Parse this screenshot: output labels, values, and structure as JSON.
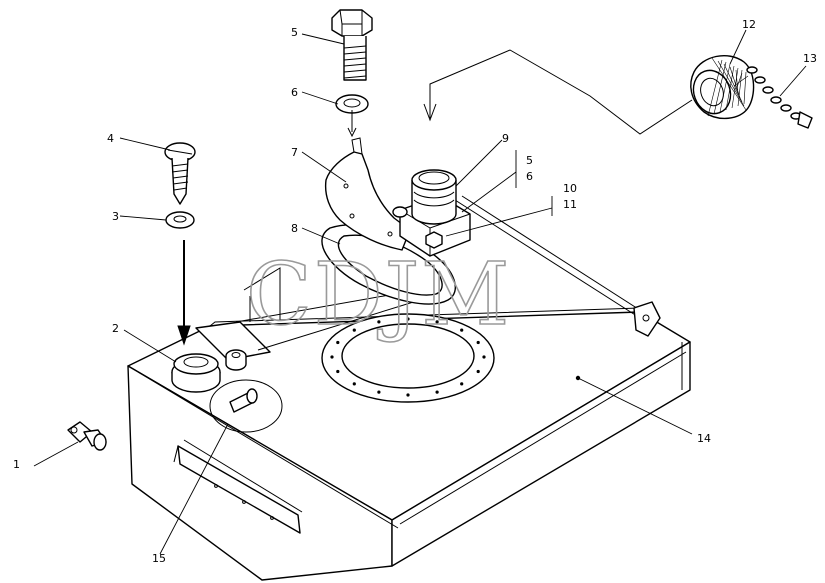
{
  "watermark": "CDJM",
  "callouts": [
    {
      "id": "c1",
      "text": "1"
    },
    {
      "id": "c2",
      "text": "2"
    },
    {
      "id": "c3",
      "text": "3"
    },
    {
      "id": "c4",
      "text": "4"
    },
    {
      "id": "c5",
      "text": "5"
    },
    {
      "id": "c6",
      "text": "6"
    },
    {
      "id": "c7",
      "text": "7"
    },
    {
      "id": "c8",
      "text": "8"
    },
    {
      "id": "c9",
      "text": "9"
    },
    {
      "id": "c5b",
      "text": "5"
    },
    {
      "id": "c6b",
      "text": "6"
    },
    {
      "id": "c10",
      "text": "10"
    },
    {
      "id": "c11",
      "text": "11"
    },
    {
      "id": "c12",
      "text": "12"
    },
    {
      "id": "c13",
      "text": "13"
    },
    {
      "id": "c14",
      "text": "14"
    },
    {
      "id": "c15",
      "text": "15"
    }
  ]
}
